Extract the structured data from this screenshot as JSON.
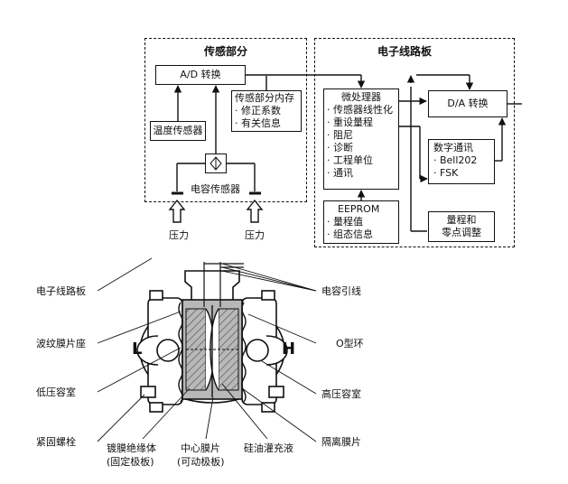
{
  "block_diagram": {
    "sensor_section": {
      "title": "传感部分",
      "ad_converter": "A/D 转换",
      "temp_sensor": "温度传感器",
      "cap_sensor": "电容传感器",
      "memory_title": "传感部分内存",
      "memory_items": [
        "· 修正系数",
        "· 有关信息"
      ],
      "pressure_left": "压力",
      "pressure_right": "压力"
    },
    "electronics_section": {
      "title": "电子线路板",
      "microprocessor_title": "微处理器",
      "microprocessor_items": [
        "· 传感器线性化",
        "· 重设量程",
        "· 阻尼",
        "· 诊断",
        "· 工程单位",
        "· 通讯"
      ],
      "eeprom_title": "EEPROM",
      "eeprom_items": [
        "· 量程值",
        "· 组态信息"
      ],
      "da_converter": "D/A 转换",
      "digital_title": "数字通讯",
      "digital_items": [
        "· Bell202",
        "· FSK"
      ],
      "range_adjust": [
        "量程和",
        "零点调整"
      ]
    }
  },
  "cross_section": {
    "left_labels": [
      "电子线路板",
      "波纹膜片座",
      "低压容室",
      "紧固螺栓"
    ],
    "right_labels": [
      "电容引线",
      "O型环",
      "高压容室",
      "隔离膜片"
    ],
    "bottom_labels": {
      "insulator": [
        "镀膜绝缘体",
        "(固定极板)"
      ],
      "center": [
        "中心膜片",
        "(可动极板)"
      ],
      "oil": "硅油灌充液"
    },
    "side_L": "L",
    "side_H": "H"
  }
}
